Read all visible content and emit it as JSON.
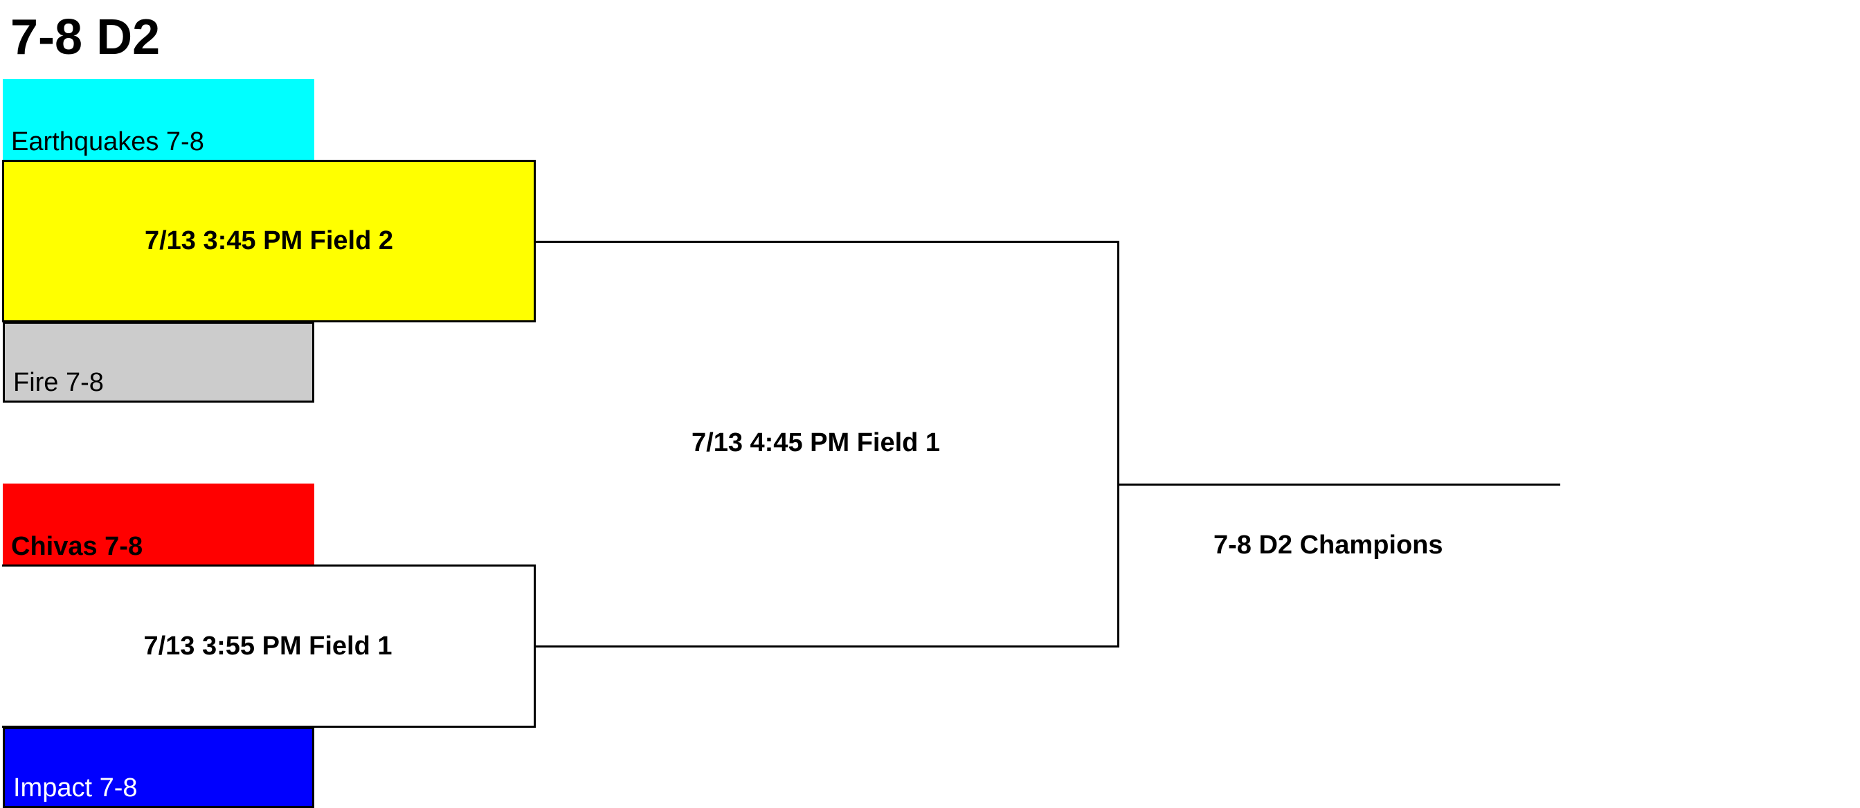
{
  "title": "7-8 D2",
  "teams": [
    {
      "label": "Earthquakes 7-8",
      "color": "#00ffff"
    },
    {
      "label": "Fire 7-8",
      "color": "#cccccc"
    },
    {
      "label": "Chivas 7-8",
      "color": "#ff0000"
    },
    {
      "label": "Impact 7-8",
      "color": "#0000ff"
    }
  ],
  "matches": {
    "semifinal_1": {
      "label": "7/13 3:45 PM Field 2",
      "color": "#ffff00"
    },
    "semifinal_2": {
      "label": "7/13 3:55 PM Field 1",
      "color": "#ffffff"
    },
    "final": {
      "label": "7/13 4:45 PM Field 1"
    }
  },
  "champion_label": "7-8 D2 Champions"
}
